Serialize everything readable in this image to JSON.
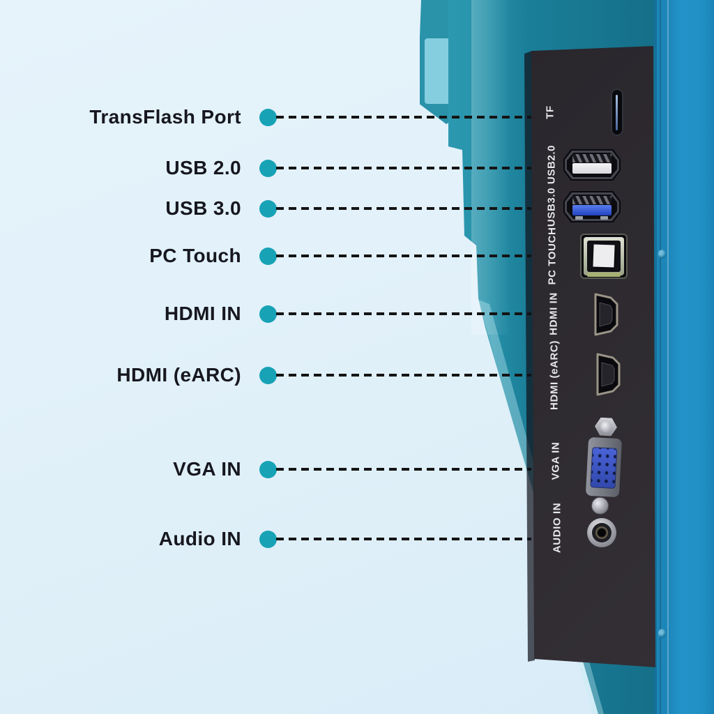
{
  "figure_type": "port-callout-diagram",
  "callouts": [
    {
      "label": "TransFlash Port",
      "panel_label": "TF",
      "port_icon": "tf-card-slot-icon"
    },
    {
      "label": "USB 2.0",
      "panel_label": "USB2.0",
      "port_icon": "usb-a-2-port-icon"
    },
    {
      "label": "USB 3.0",
      "panel_label": "USB3.0",
      "port_icon": "usb-a-3-port-icon"
    },
    {
      "label": "PC Touch",
      "panel_label": "PC TOUCH",
      "port_icon": "usb-b-port-icon"
    },
    {
      "label": "HDMI IN",
      "panel_label": "HDMI IN",
      "port_icon": "hdmi-port-icon"
    },
    {
      "label": "HDMI (eARC)",
      "panel_label": "HDMI (eARC)",
      "port_icon": "hdmi-port-icon"
    },
    {
      "label": "VGA IN",
      "panel_label": "VGA IN",
      "port_icon": "vga-port-icon"
    },
    {
      "label": "Audio IN",
      "panel_label": "AUDIO IN",
      "port_icon": "audio-jack-icon"
    }
  ],
  "colors": {
    "background": "#e2f1fa",
    "label_text": "#17171f",
    "accent_dot": "#17a2b6",
    "dash_line": "#141414",
    "device_teal": "#1b7f9b",
    "device_side_blue": "#2293c8",
    "panel_black": "#2a272d",
    "panel_label_text": "#e8e8ec",
    "usb3_blue": "#2f54d0",
    "vga_blue": "#3d58c8"
  }
}
